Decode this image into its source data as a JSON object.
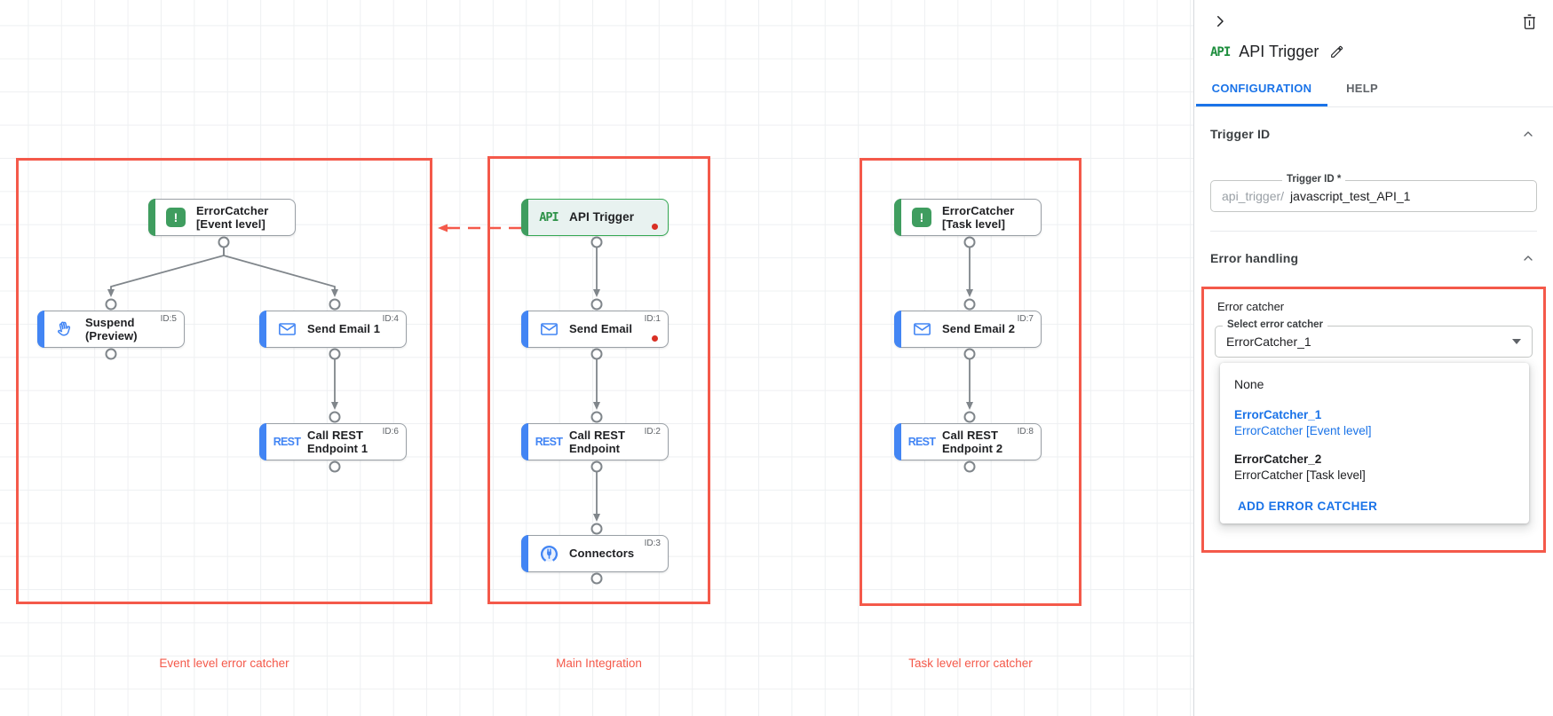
{
  "colors": {
    "red": "#f4594a",
    "blue": "#1a73e8",
    "node_blue": "#4285f4",
    "green": "#3f9d5f",
    "edge": "#80868b"
  },
  "canvas": {
    "groups": [
      {
        "caption": "Event level error catcher"
      },
      {
        "caption": "Main Integration"
      },
      {
        "caption": "Task level error catcher"
      }
    ],
    "nodes": [
      {
        "label": "ErrorCatcher [Event level]",
        "id": ""
      },
      {
        "label": "Suspend (Preview)",
        "id": "ID:5"
      },
      {
        "label": "Send Email 1",
        "id": "ID:4"
      },
      {
        "label": "Call REST Endpoint 1",
        "id": "ID:6"
      },
      {
        "label": "API Trigger",
        "id": ""
      },
      {
        "label": "Send Email",
        "id": "ID:1"
      },
      {
        "label": "Call REST Endpoint",
        "id": "ID:2"
      },
      {
        "label": "Connectors",
        "id": "ID:3"
      },
      {
        "label": "ErrorCatcher [Task level]",
        "id": ""
      },
      {
        "label": "Send Email 2",
        "id": "ID:7"
      },
      {
        "label": "Call REST Endpoint 2",
        "id": "ID:8"
      }
    ],
    "icon_text": {
      "rest": "REST",
      "api": "API"
    }
  },
  "sidebar": {
    "logo_text": "API",
    "title": "API Trigger",
    "tabs": {
      "configuration": "CONFIGURATION",
      "help": "HELP"
    },
    "trigger_id": {
      "header": "Trigger ID",
      "field_label": "Trigger ID *",
      "prefix": "api_trigger/",
      "value": "javascript_test_API_1"
    },
    "error_handling": {
      "header": "Error handling",
      "group_label": "Error catcher",
      "select_label": "Select error catcher",
      "select_value": "ErrorCatcher_1",
      "options": [
        {
          "title": "None",
          "subtitle": ""
        },
        {
          "title": "ErrorCatcher_1",
          "subtitle": "ErrorCatcher [Event level]"
        },
        {
          "title": "ErrorCatcher_2",
          "subtitle": "ErrorCatcher [Task level]"
        }
      ],
      "add_label": "ADD ERROR CATCHER"
    }
  }
}
